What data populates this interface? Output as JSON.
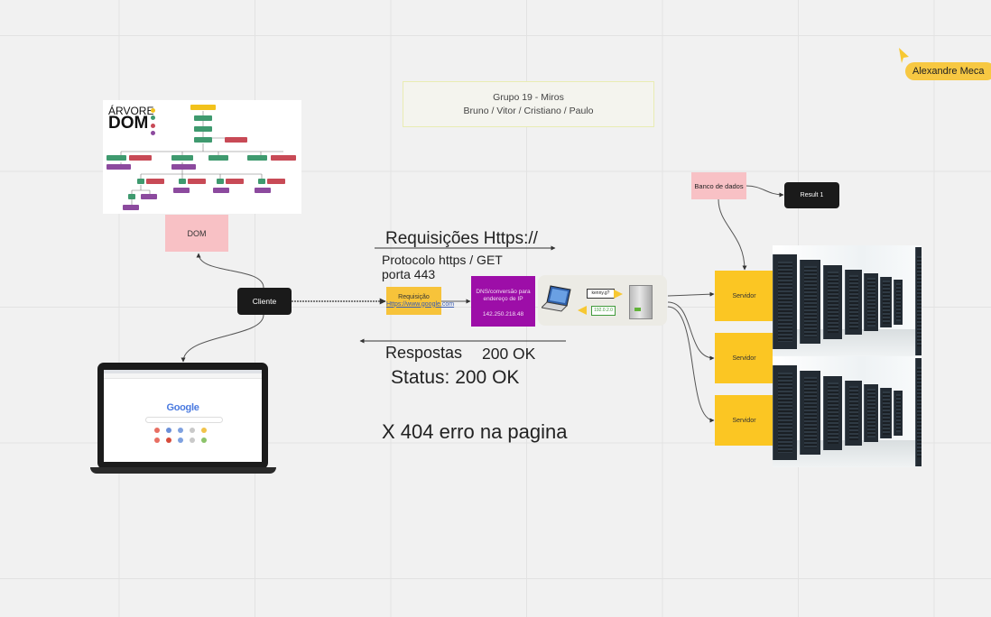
{
  "board": {
    "title_line1": "Grupo 19 - Miros",
    "title_line2": "Bruno / Vitor / Cristiano / Paulo",
    "cursor_user": "Alexandre Meca"
  },
  "dom_image": {
    "heading_line1": "ÁRVORE",
    "heading_line2": "DOM"
  },
  "nodes": {
    "dom": "DOM",
    "cliente": "Cliente",
    "requisicao_title": "Requisição",
    "requisicao_link": "Https://www.google.com",
    "dns_text": "DNS/conversão para endereço de IP",
    "dns_ip": "142.250.218.48",
    "ns_label": "kenny.g?",
    "ip_label": "192.0.2.0",
    "banco": "Banco de dados",
    "result": "Result 1",
    "servidor": "Servidor"
  },
  "labels": {
    "requisicoes": "Requisições Https://",
    "protocolo": "Protocolo https /  GET porta 443",
    "respostas": "Respostas",
    "resp_code": "200 OK",
    "status": "Status: 200 OK",
    "erro": "X 404 erro na pagina"
  },
  "browser": {
    "logo": "Google"
  },
  "colors": {
    "yellow": "#fbc623",
    "pink": "#f8c1c5",
    "purple": "#9d0ea8",
    "black": "#1a1a1a",
    "cursor": "#f7c842"
  }
}
